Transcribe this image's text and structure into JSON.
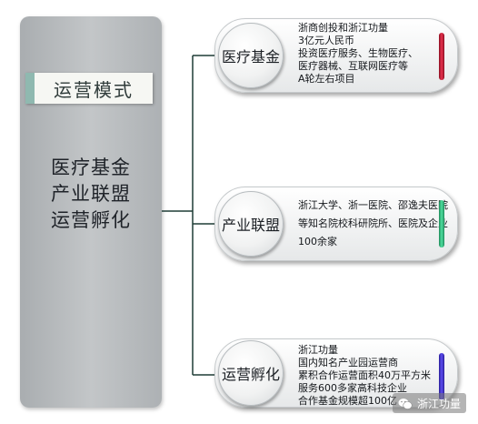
{
  "left_panel": {
    "label": "运营模式",
    "items": [
      "医疗基金",
      "产业联盟",
      "运营孵化"
    ]
  },
  "cards": [
    {
      "title": "医疗基金",
      "lines": [
        "浙商创投和浙江功量",
        "3亿元人民币",
        "投资医疗服务、生物医疗、",
        "医疗器械、互联网医疗等",
        "A轮左右项目"
      ],
      "accent": "#e8324e"
    },
    {
      "title": "产业联盟",
      "lines": [
        "浙江大学、浙一医院、邵逸夫医院",
        "等知名院校科研院所、医院及企业",
        "100余家"
      ],
      "accent": "#4fe0a0"
    },
    {
      "title": "运营孵化",
      "lines": [
        "浙江功量",
        "国内知名产业园运营商",
        "累积合作运营面积40万平方米",
        "服务600多家高科技企业",
        "合作基金规模超100亿"
      ],
      "accent": "#5d4cf0"
    }
  ],
  "watermark": {
    "text": "浙江功量",
    "icon": "wechat-icon"
  }
}
